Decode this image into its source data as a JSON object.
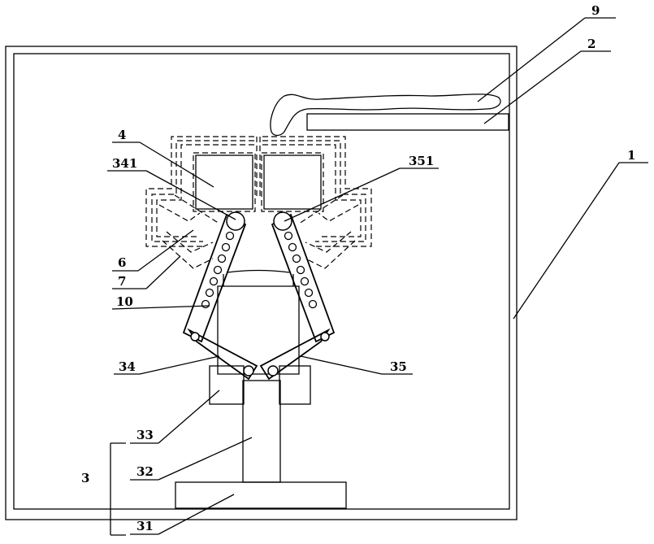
{
  "labels": {
    "l9": "9",
    "l2": "2",
    "l1": "1",
    "l4": "4",
    "l341": "341",
    "l351": "351",
    "l6": "6",
    "l7": "7",
    "l10": "10",
    "l34": "34",
    "l35": "35",
    "l33": "33",
    "l3": "3",
    "l32": "32",
    "l31": "31"
  }
}
